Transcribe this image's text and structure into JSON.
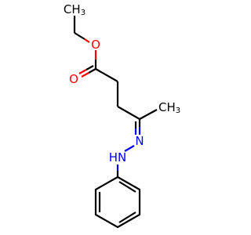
{
  "molecule": {
    "atoms": {
      "ch3_top": {
        "text": "CH",
        "subscript": "3",
        "color": "#000000"
      },
      "ester_o": {
        "text": "O",
        "color": "#ff0000"
      },
      "carbonyl_o": {
        "text": "O",
        "color": "#ff0000"
      },
      "ch3_right": {
        "text": "CH",
        "subscript": "3",
        "color": "#000000"
      },
      "imine_n": {
        "text": "N",
        "color": "#0000ff"
      },
      "hydrazine_nh": {
        "text": "HN",
        "color": "#0000ff"
      }
    }
  }
}
